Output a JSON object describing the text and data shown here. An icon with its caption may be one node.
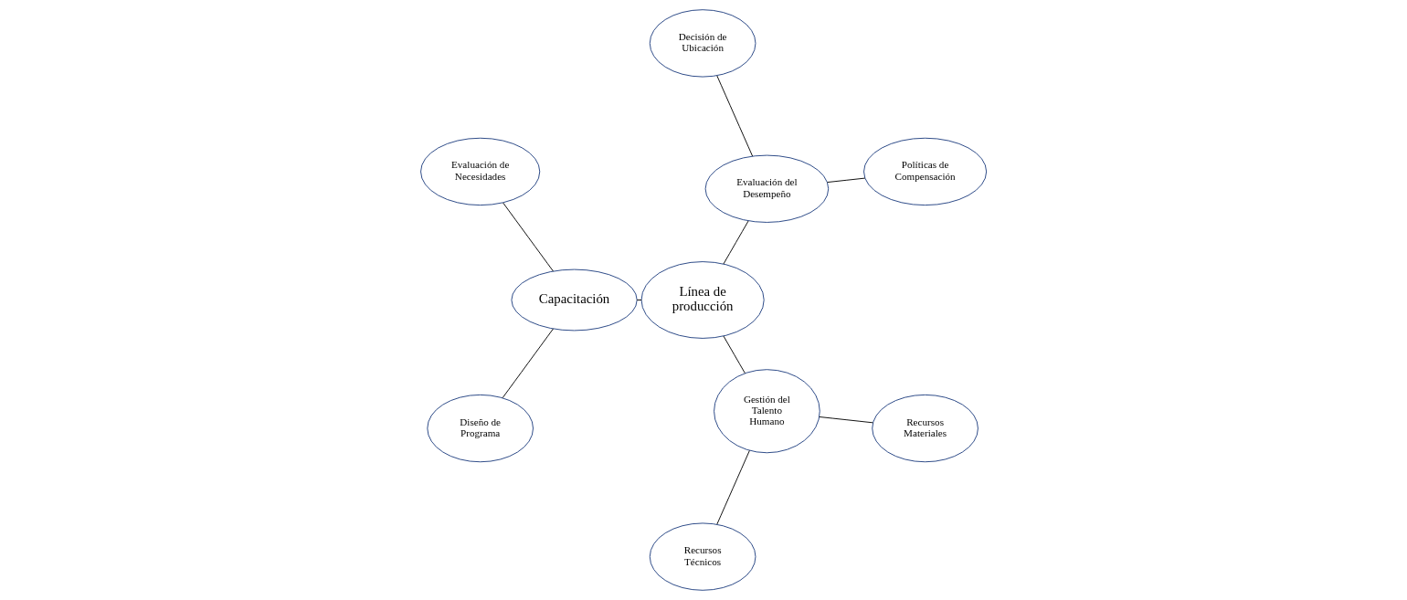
{
  "diagram": {
    "nodes": [
      {
        "text": [
          "Línea de producción"
        ]
      },
      {
        "text": [
          "Evaluación del Desempeño"
        ]
      },
      {
        "text": [
          "Políticas de Compensación"
        ]
      },
      {
        "text": [
          "Decisión de Ubicación"
        ]
      },
      {
        "text": [
          "Capacitación"
        ]
      },
      {
        "text": [
          "Evaluación de Necesidades"
        ]
      },
      {
        "text": [
          "Diseño de Programa"
        ]
      },
      {
        "text": [
          "Gestión del Talento Humano"
        ]
      },
      {
        "text": [
          "Recursos Técnicos"
        ]
      },
      {
        "text": [
          "Recursos Materiales"
        ]
      }
    ],
    "edges": [
      {
        "from": 0,
        "to": 1,
        "arrow": "none"
      },
      {
        "from": 1,
        "to": 2,
        "arrow": "none"
      },
      {
        "from": 1,
        "to": 3,
        "arrow": "none"
      },
      {
        "from": 0,
        "to": 4,
        "arrow": "none"
      },
      {
        "from": 4,
        "to": 5,
        "arrow": "none"
      },
      {
        "from": 4,
        "to": 6,
        "arrow": "none"
      },
      {
        "from": 0,
        "to": 7,
        "arrow": "none"
      },
      {
        "from": 7,
        "to": 8,
        "arrow": "none"
      },
      {
        "from": 7,
        "to": 9,
        "arrow": "none"
      }
    ]
  }
}
